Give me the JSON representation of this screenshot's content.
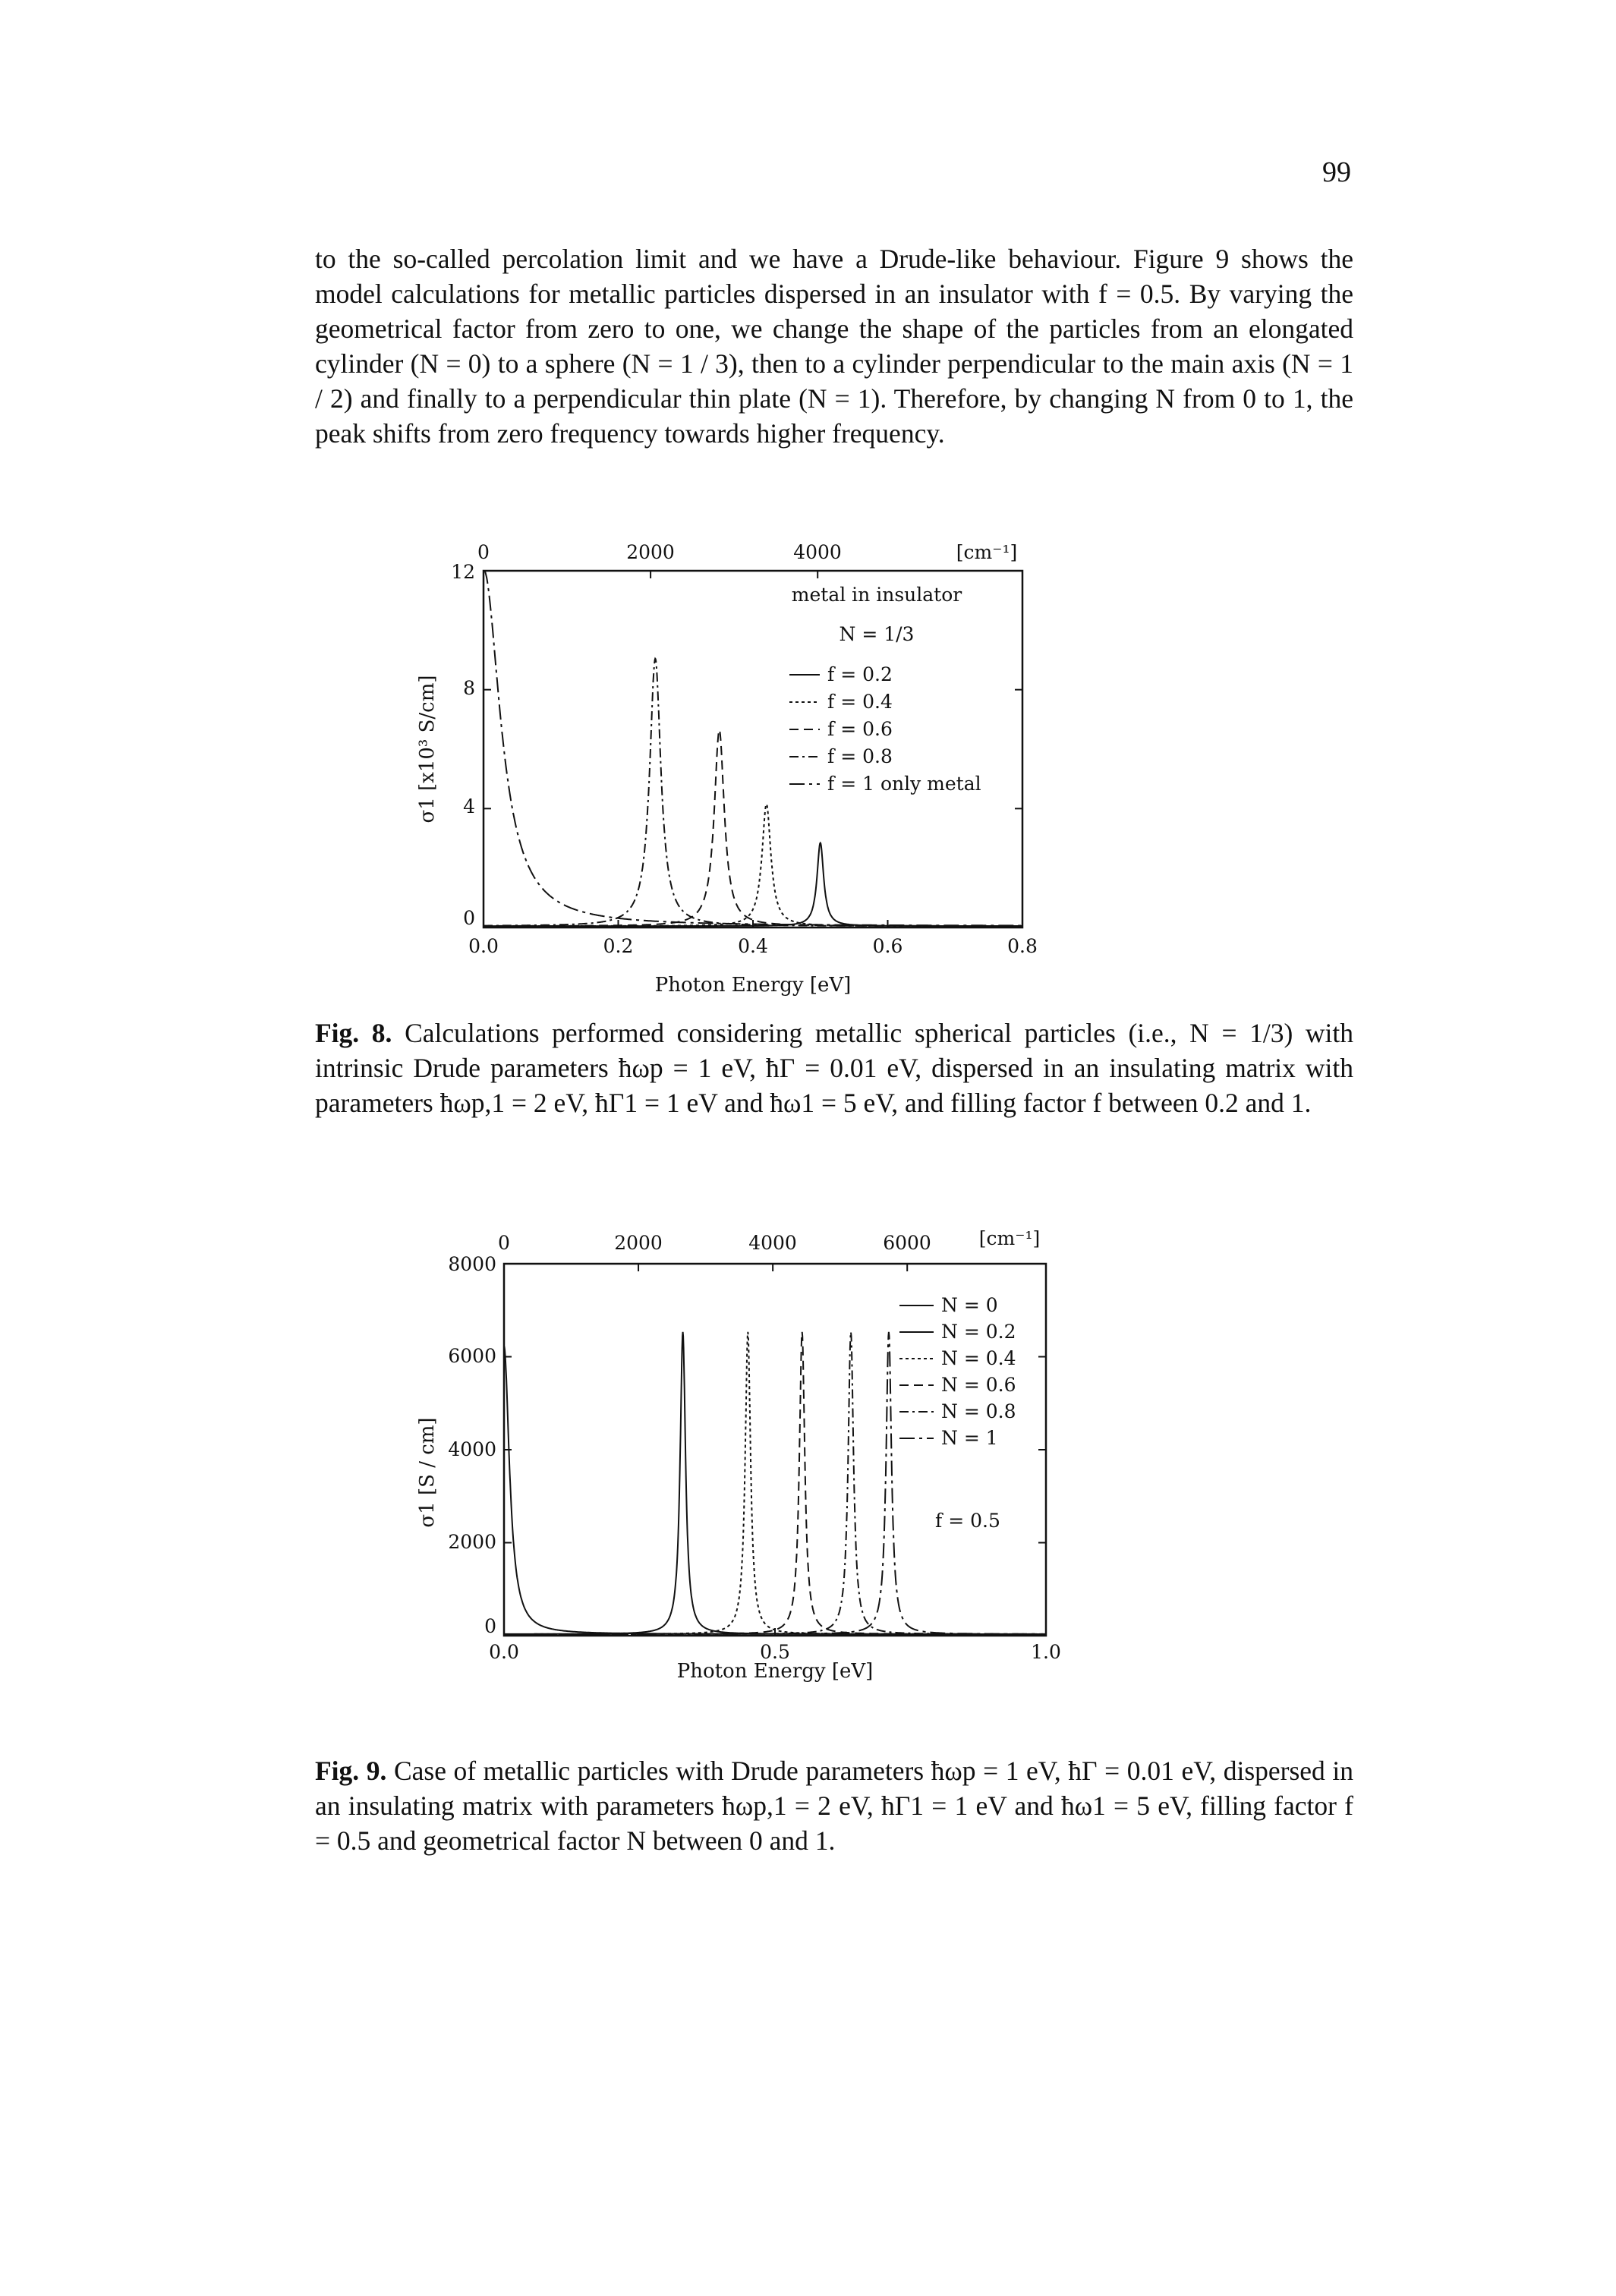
{
  "page": {
    "number": "99",
    "paragraph": "to the so-called percolation limit and we have a Drude-like behaviour. Figure 9 shows the model calculations for metallic particles dispersed in an insulator with f = 0.5. By varying the geometrical factor from zero to one, we change the shape of the particles from an elongated cylinder (N = 0) to a sphere (N = 1 / 3), then to a cylinder perpendicular to the main axis (N = 1 / 2) and finally to a perpendicular thin plate (N = 1). Therefore, by changing N from 0 to 1, the peak shifts from zero frequency towards higher frequency."
  },
  "figure8": {
    "label": "Fig. 8.",
    "caption": "Calculations performed considering metallic spherical particles (i.e., N = 1/3) with intrinsic Drude parameters ħωp = 1 eV, ħΓ = 0.01 eV, dispersed in an insulating matrix with parameters ħωp,1 = 2 eV, ħΓ1 = 1 eV and ħω1 = 5 eV, and filling factor f between 0.2 and 1."
  },
  "figure9": {
    "label": "Fig. 9.",
    "caption": "Case of metallic particles with Drude parameters ħωp = 1 eV, ħΓ = 0.01 eV, dispersed in an insulating matrix with parameters ħωp,1 = 2 eV, ħΓ1 = 1 eV and ħω1 = 5 eV, filling factor f = 0.5 and geometrical factor N between 0 and 1."
  },
  "chart_data": [
    {
      "type": "line",
      "xlabel": "Photon Energy [eV]",
      "ylabel": "σ1 [x10³ S/cm]",
      "top_axis_label": "[cm⁻¹]",
      "xlim": [
        0.0,
        0.8
      ],
      "ylim": [
        0,
        12
      ],
      "x_ticks": [
        "0.0",
        "0.2",
        "0.4",
        "0.6",
        "0.8"
      ],
      "y_ticks": [
        "0",
        "4",
        "8",
        "12"
      ],
      "top_ticks": [
        "0",
        "2000",
        "4000"
      ],
      "top_tick_positions_ev": [
        0.0,
        0.248,
        0.496
      ],
      "annotations": [
        "metal in insulator",
        "N = 1/3"
      ],
      "legend_position": "upper-right",
      "series": [
        {
          "name": "f = 0.2",
          "style": "solid",
          "peak_x": 0.5,
          "peak_y": 2.8,
          "width": 0.006
        },
        {
          "name": "f = 0.4",
          "style": "short-dash",
          "peak_x": 0.42,
          "peak_y": 4.1,
          "width": 0.008
        },
        {
          "name": "f = 0.6",
          "style": "dash",
          "peak_x": 0.35,
          "peak_y": 6.6,
          "width": 0.009
        },
        {
          "name": "f = 0.8",
          "style": "dash-dot",
          "peak_x": 0.255,
          "peak_y": 9.0,
          "width": 0.01
        },
        {
          "name": "f = 1 only metal",
          "style": "long-dash-dot",
          "peak_x": 0.0,
          "peak_y": 12.0,
          "width": 0.03
        }
      ]
    },
    {
      "type": "line",
      "xlabel": "Photon Energy [eV]",
      "ylabel": "σ1 [S / cm]",
      "top_axis_label": "[cm⁻¹]",
      "xlim": [
        0.0,
        1.0
      ],
      "ylim": [
        0,
        8000
      ],
      "x_ticks": [
        "0.0",
        "0.5",
        "1.0"
      ],
      "y_ticks": [
        "0",
        "2000",
        "4000",
        "6000",
        "8000"
      ],
      "top_ticks": [
        "0",
        "2000",
        "4000",
        "6000"
      ],
      "top_tick_positions_ev": [
        0.0,
        0.248,
        0.496,
        0.744
      ],
      "annotations": [
        "f = 0.5"
      ],
      "legend_position": "upper-right",
      "series": [
        {
          "name": "N = 0",
          "style": "solid",
          "peak_x": 0.0,
          "peak_y": 6200,
          "width": 0.012
        },
        {
          "name": "N = 0.2",
          "style": "solid",
          "peak_x": 0.33,
          "peak_y": 6500,
          "width": 0.006
        },
        {
          "name": "N = 0.4",
          "style": "short-dash",
          "peak_x": 0.45,
          "peak_y": 6500,
          "width": 0.006
        },
        {
          "name": "N = 0.6",
          "style": "dash",
          "peak_x": 0.55,
          "peak_y": 6500,
          "width": 0.006
        },
        {
          "name": "N = 0.8",
          "style": "dash-dot",
          "peak_x": 0.64,
          "peak_y": 6500,
          "width": 0.006
        },
        {
          "name": "N = 1",
          "style": "long-dash-dot",
          "peak_x": 0.71,
          "peak_y": 6500,
          "width": 0.006
        }
      ]
    }
  ],
  "line_styles": {
    "solid": "",
    "short-dash": "4 4",
    "dash": "12 7",
    "dash-dot": "12 5 3 5",
    "long-dash-dot": "20 6 4 6"
  }
}
